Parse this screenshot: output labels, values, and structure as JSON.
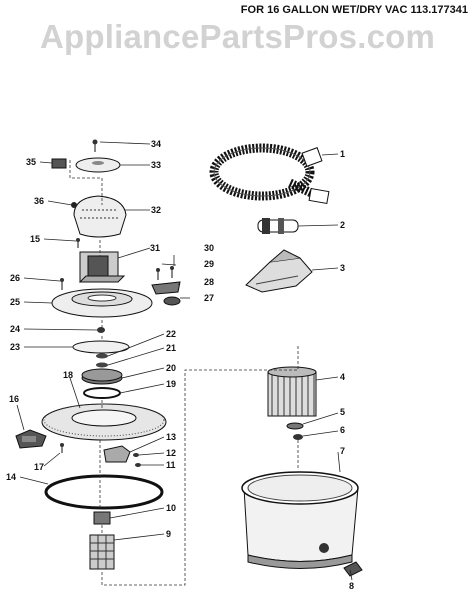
{
  "header": {
    "title": "FOR 16 GALLON WET/DRY VAC 113.177341",
    "watermark": "AppliancePartsPros.com"
  },
  "callouts": {
    "c1": "1",
    "c2": "2",
    "c3": "3",
    "c4": "4",
    "c5": "5",
    "c6": "6",
    "c7": "7",
    "c8": "8",
    "c9": "9",
    "c10": "10",
    "c11": "11",
    "c12": "12",
    "c13": "13",
    "c14": "14",
    "c15": "15",
    "c16": "16",
    "c17": "17",
    "c18": "18",
    "c19": "19",
    "c20": "20",
    "c21": "21",
    "c22": "22",
    "c23": "23",
    "c24": "24",
    "c25": "25",
    "c26": "26",
    "c27": "27",
    "c28": "28",
    "c29": "29",
    "c30": "30",
    "c31": "31",
    "c32": "32",
    "c33": "33",
    "c34": "34",
    "c35": "35",
    "c36": "36"
  }
}
